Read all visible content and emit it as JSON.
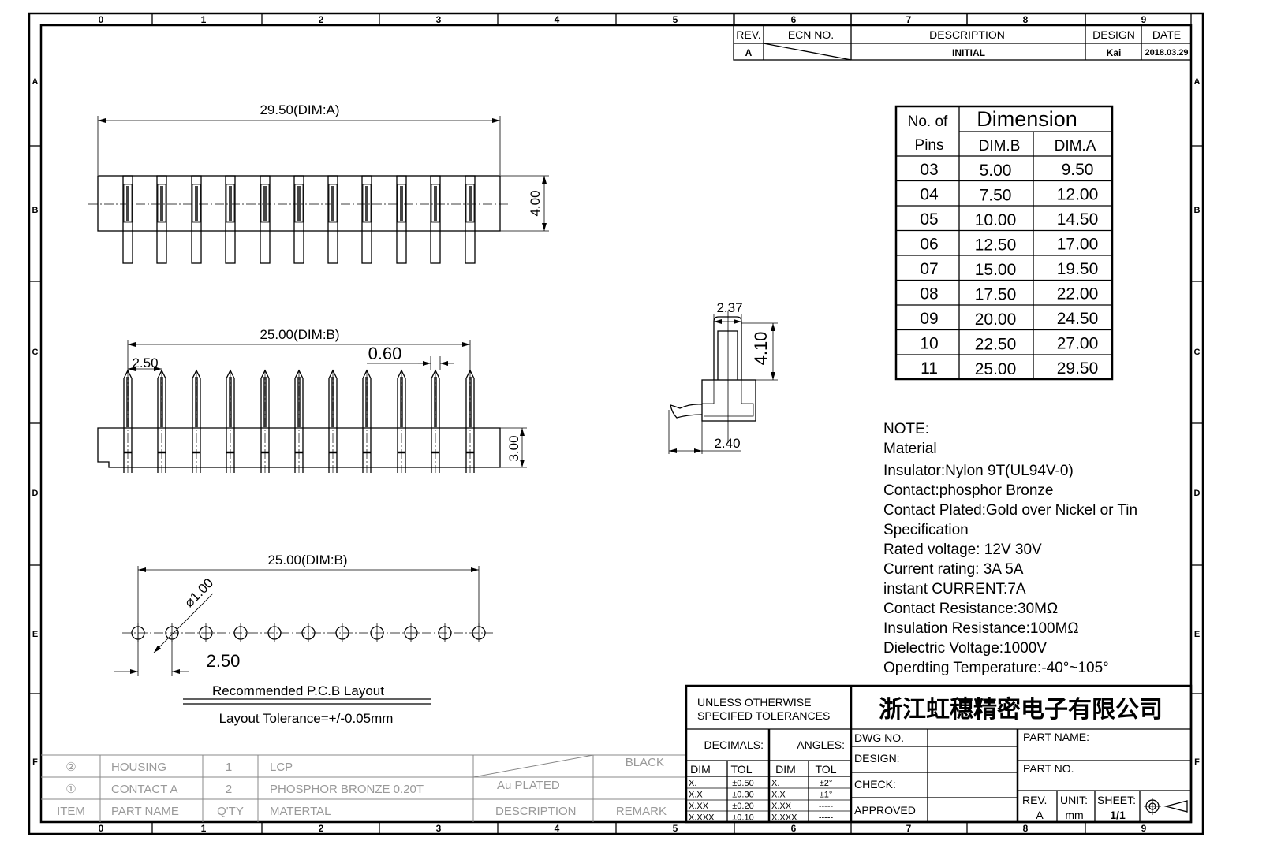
{
  "border": {
    "columns": [
      "0",
      "1",
      "2",
      "3",
      "4",
      "5",
      "6",
      "7",
      "8",
      "9"
    ],
    "rows": [
      "A",
      "B",
      "C",
      "D",
      "E",
      "F"
    ]
  },
  "revision": {
    "headers": {
      "rev": "REV.",
      "ecn": "ECN NO.",
      "description": "DESCRIPTION",
      "design": "DESIGN",
      "date": "DATE"
    },
    "row": {
      "rev": "A",
      "description": "INITIAL",
      "design": "Kai",
      "date": "2018.03.29"
    }
  },
  "top_view": {
    "dim_a": "29.50(DIM:A)",
    "height": "4.00"
  },
  "front_view": {
    "dim_b": "25.00(DIM:B)",
    "pitch": "2.50",
    "pin_width": "0.60",
    "height": "3.00"
  },
  "side_view": {
    "width_top": "2.37",
    "height": "4.10",
    "width_bottom": "2.40"
  },
  "pcb_layout": {
    "dim_b": "25.00(DIM:B)",
    "hole": "⌀1.00",
    "pitch": "2.50",
    "title": "Recommended P.C.B Layout",
    "tolerance": "Layout Tolerance=+/-0.05mm"
  },
  "dimension_table": {
    "header_pins_1": "No. of",
    "header_pins_2": "Pins",
    "header_dimension": "Dimension",
    "header_b": "DIM.B",
    "header_a": "DIM.A",
    "rows": [
      {
        "pins": "03",
        "b": "5.00",
        "a": "9.50"
      },
      {
        "pins": "04",
        "b": "7.50",
        "a": "12.00"
      },
      {
        "pins": "05",
        "b": "10.00",
        "a": "14.50"
      },
      {
        "pins": "06",
        "b": "12.50",
        "a": "17.00"
      },
      {
        "pins": "07",
        "b": "15.00",
        "a": "19.50"
      },
      {
        "pins": "08",
        "b": "17.50",
        "a": "22.00"
      },
      {
        "pins": "09",
        "b": "20.00",
        "a": "24.50"
      },
      {
        "pins": "10",
        "b": "22.50",
        "a": "27.00"
      },
      {
        "pins": "11",
        "b": "25.00",
        "a": "29.50"
      }
    ]
  },
  "notes": [
    "NOTE:",
    "Material",
    "Insulator:Nylon 9T(UL94V-0)",
    "Contact:phosphor Bronze",
    "Contact Plated:Gold over Nickel or Tin",
    "Specification",
    "Rated voltage: 12V 30V",
    "Current rating: 3A  5A",
    "instant CURRENT:7A",
    "Contact Resistance:30MΩ",
    "Insulation Resistance:100MΩ",
    "Dielectric Voltage:1000V",
    "Operdting Temperature:-40°~105°"
  ],
  "bom": {
    "headers": [
      "ITEM",
      "PART NAME",
      "Q'TY",
      "MATERTAL",
      "DESCRIPTION",
      "REMARK"
    ],
    "rows": [
      {
        "item": "②",
        "part": "HOUSING",
        "qty": "1",
        "material": "LCP",
        "description": "",
        "remark": "BLACK"
      },
      {
        "item": "①",
        "part": "CONTACT A",
        "qty": "2",
        "material": "PHOSPHOR BRONZE 0.20T",
        "description": "Au PLATED",
        "remark": ""
      }
    ]
  },
  "title_block": {
    "tolerance_line1": "UNLESS OTHERWISE",
    "tolerance_line2": "SPECIFED TOLERANCES",
    "company": "浙江虹穗精密电子有限公司",
    "decimals": "DECIMALS:",
    "angles": "ANGLES:",
    "dim": "DIM",
    "tol": "TOL",
    "decimal_rows": [
      {
        "dim": "X.",
        "tol": "±0.50"
      },
      {
        "dim": "X.X",
        "tol": "±0.30"
      },
      {
        "dim": "X.XX",
        "tol": "±0.20"
      },
      {
        "dim": "X.XXX",
        "tol": "±0.10"
      }
    ],
    "angle_rows": [
      {
        "dim": "X.",
        "tol": "±2°"
      },
      {
        "dim": "X.X",
        "tol": "±1°"
      },
      {
        "dim": "X.XX",
        "tol": "-----"
      },
      {
        "dim": "X.XXX",
        "tol": "-----"
      }
    ],
    "dwg_no": "DWG NO.",
    "design": "DESIGN:",
    "check": "CHECK:",
    "approved": "APPROVED",
    "part_name": "PART NAME:",
    "part_no": "PART NO.",
    "rev_label": "REV.",
    "rev_value": "A",
    "unit_label": "UNIT:",
    "unit_value": "mm",
    "sheet_label": "SHEET:",
    "sheet_value": "1/1"
  }
}
